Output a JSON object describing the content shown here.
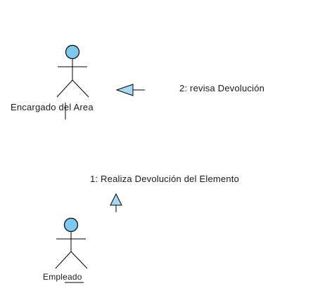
{
  "diagram": {
    "actors": [
      {
        "id": "encargado",
        "name": "Encargado del Area"
      },
      {
        "id": "empleado",
        "name": "Empleado"
      }
    ],
    "messages": [
      {
        "id": "msg-2",
        "label": "2: revisa Devolución",
        "arrow_direction": "left"
      },
      {
        "id": "msg-1",
        "label": "1: Realiza Devolución del Elemento",
        "arrow_direction": "up"
      }
    ],
    "colors": {
      "actor_head_fill": "#7ec8ee",
      "arrow_fill": "#a9d8f2",
      "line": "#000000"
    }
  }
}
